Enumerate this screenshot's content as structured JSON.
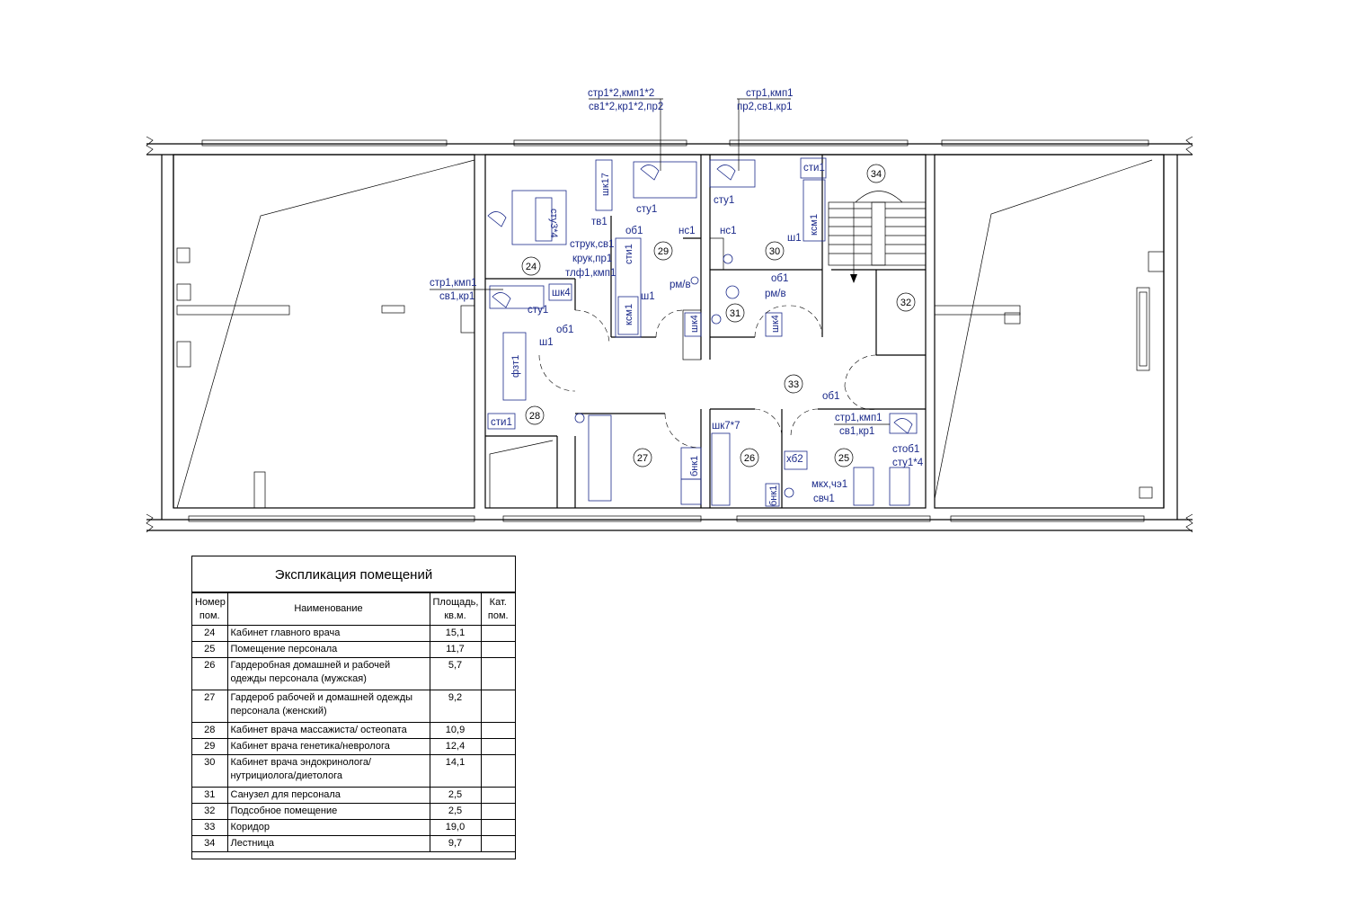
{
  "explication": {
    "title": "Экспликация помещений",
    "headers": {
      "num": "Номер пом.",
      "name": "Наименование",
      "area": "Площадь, кв.м.",
      "cat": "Кат. пом."
    },
    "rows": [
      {
        "num": "24",
        "name": "Кабинет главного врача",
        "area": "15,1",
        "cat": ""
      },
      {
        "num": "25",
        "name": "Помещение персонала",
        "area": "11,7",
        "cat": ""
      },
      {
        "num": "26",
        "name": "Гардеробная домашней и рабочей одежды персонала (мужская)",
        "area": "5,7",
        "cat": ""
      },
      {
        "num": "27",
        "name": "Гардероб рабочей и домашней одежды персонала (женский)",
        "area": "9,2",
        "cat": ""
      },
      {
        "num": "28",
        "name": "Кабинет врача массажиста/ остеопата",
        "area": "10,9",
        "cat": ""
      },
      {
        "num": "29",
        "name": "Кабинет врача генетика/невролога",
        "area": "12,4",
        "cat": ""
      },
      {
        "num": "30",
        "name": "Кабинет врача эндокринолога/ нутрициолога/диетолога",
        "area": "14,1",
        "cat": ""
      },
      {
        "num": "31",
        "name": "Санузел для персонала",
        "area": "2,5",
        "cat": ""
      },
      {
        "num": "32",
        "name": "Подсобное помещение",
        "area": "2,5",
        "cat": ""
      },
      {
        "num": "33",
        "name": "Коридор",
        "area": "19,0",
        "cat": ""
      },
      {
        "num": "34",
        "name": "Лестница",
        "area": "9,7",
        "cat": ""
      }
    ]
  },
  "room_numbers": [
    "24",
    "25",
    "26",
    "27",
    "28",
    "29",
    "30",
    "31",
    "32",
    "33",
    "34"
  ],
  "labels": {
    "l29a": "стр1*2,кмп1*2",
    "l29b": "св1*2,кр1*2,пр2",
    "l30a": "стр1,кмп1",
    "l30b": "пр2,св1,кр1",
    "shk17": "шк17",
    "tv1": "тв1",
    "ob1_29": "об1",
    "stu1_29": "сту1",
    "stu34": "сту3*4",
    "struk1": "струк,св1",
    "struk2": "крук,пр1",
    "struk3": "тлф1,кмп1",
    "sti1_29": "сти1",
    "ksm1_29": "ксм1",
    "sh1_29": "ш1",
    "ns1a": "нс1",
    "ns1b": "нс1",
    "rmv_a": "рм/в",
    "rmv_b": "рм/в",
    "shk4a": "шк4",
    "shk4b": "шк4",
    "stu1_30": "сту1",
    "sti1_30": "сти1",
    "ksm1_30": "ксм1",
    "sh1_30": "ш1",
    "ob1_30": "об1",
    "l28a": "стр1,кмп1",
    "l28b": "св1,кр1",
    "shk4c": "шк4",
    "stu1_28": "сту1",
    "ob1_28": "об1",
    "sh1_28": "ш1",
    "fzt1": "фзт1",
    "sti1_28": "сти1",
    "ob1_33": "об1",
    "l25a": "стр1,кмп1",
    "l25b": "св1,кр1",
    "stob1": "стоб1",
    "stu14": "сту1*4",
    "xb2": "хб2",
    "mkx": "мкх,чэ1",
    "svch1": "свч1",
    "bnk1a": "бнк1",
    "bnk1b": "бнк1",
    "shk77": "шк7*7"
  }
}
